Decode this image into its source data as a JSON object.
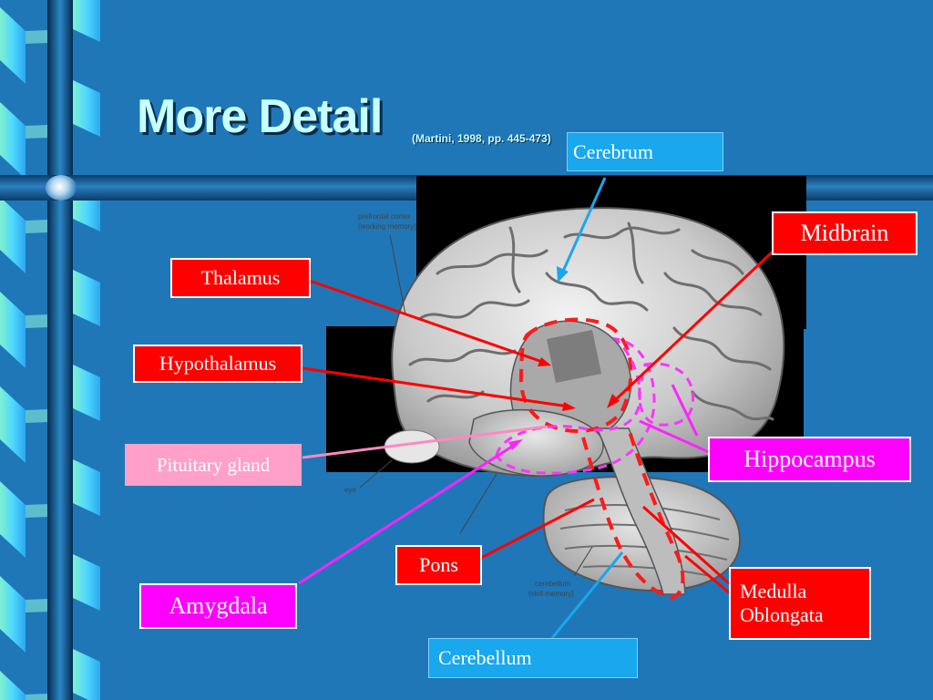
{
  "slide": {
    "title": "More Detail",
    "citation": "(Martini, 1998, pp. 445-473)"
  },
  "figure_labels": {
    "prefrontal_cortex": "prefrontal cortex",
    "working_memory": "(working memory)",
    "eye": "eye",
    "cerebellum_small": "cerebellum",
    "skill_memory": "(skill memory)"
  },
  "labels": {
    "cerebrum": "Cerebrum",
    "midbrain": "Midbrain",
    "thalamus": "Thalamus",
    "hypothalamus": "Hypothalamus",
    "pituitary": "Pituitary gland",
    "hippocampus": "Hippocampus",
    "pons": "Pons",
    "amygdala": "Amygdala",
    "medulla_line1": "Medulla",
    "medulla_line2": "Oblongata",
    "cerebellum": "Cerebellum"
  },
  "colors": {
    "background": "#1f77b8",
    "title": "#c8ffff",
    "red_label": "#ff0000",
    "blue_label": "#19a7ee",
    "pink_label": "#ffa0c8",
    "magenta_label": "#ff00ff"
  }
}
